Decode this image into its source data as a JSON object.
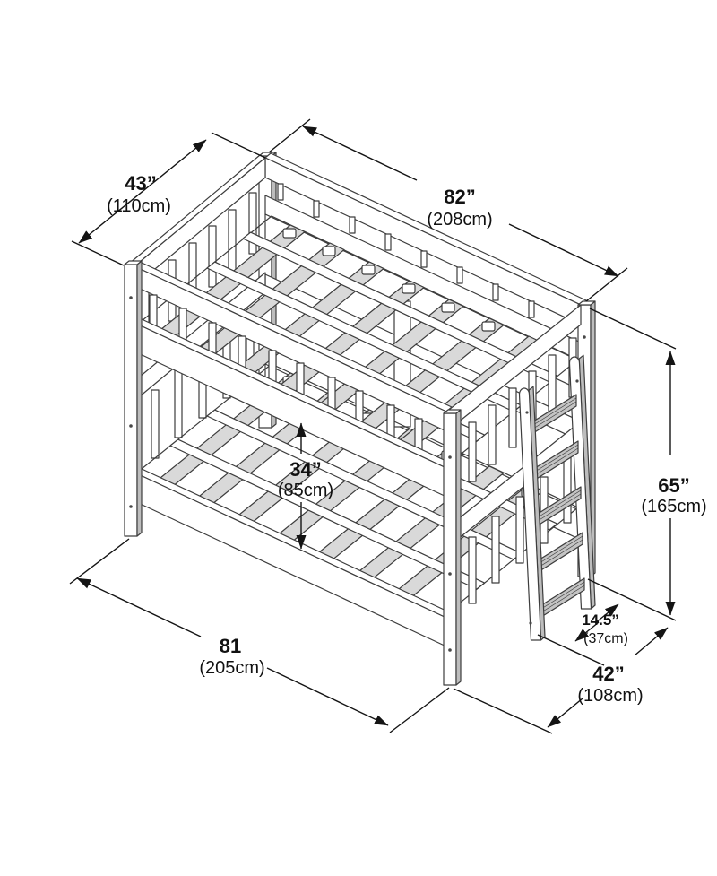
{
  "figure": {
    "kind": "isometric bunk bed dimension diagram",
    "background_color": "#ffffff",
    "line_color": "#3d3d3d",
    "dimension_color": "#141414"
  },
  "dimensions": {
    "headboard_width": {
      "inches": "43”",
      "cm": "(110cm)"
    },
    "top_length": {
      "inches": "82”",
      "cm": "(208cm)"
    },
    "bunk_clearance": {
      "inches": "34”",
      "cm": "(85cm)"
    },
    "overall_height": {
      "inches": "65”",
      "cm": "(165cm)"
    },
    "ladder_depth": {
      "inches": "14.5”",
      "cm": "(37cm)"
    },
    "bottom_length": {
      "inches": "81",
      "cm": "(205cm)"
    },
    "bottom_width": {
      "inches": "42”",
      "cm": "(108cm)"
    }
  }
}
